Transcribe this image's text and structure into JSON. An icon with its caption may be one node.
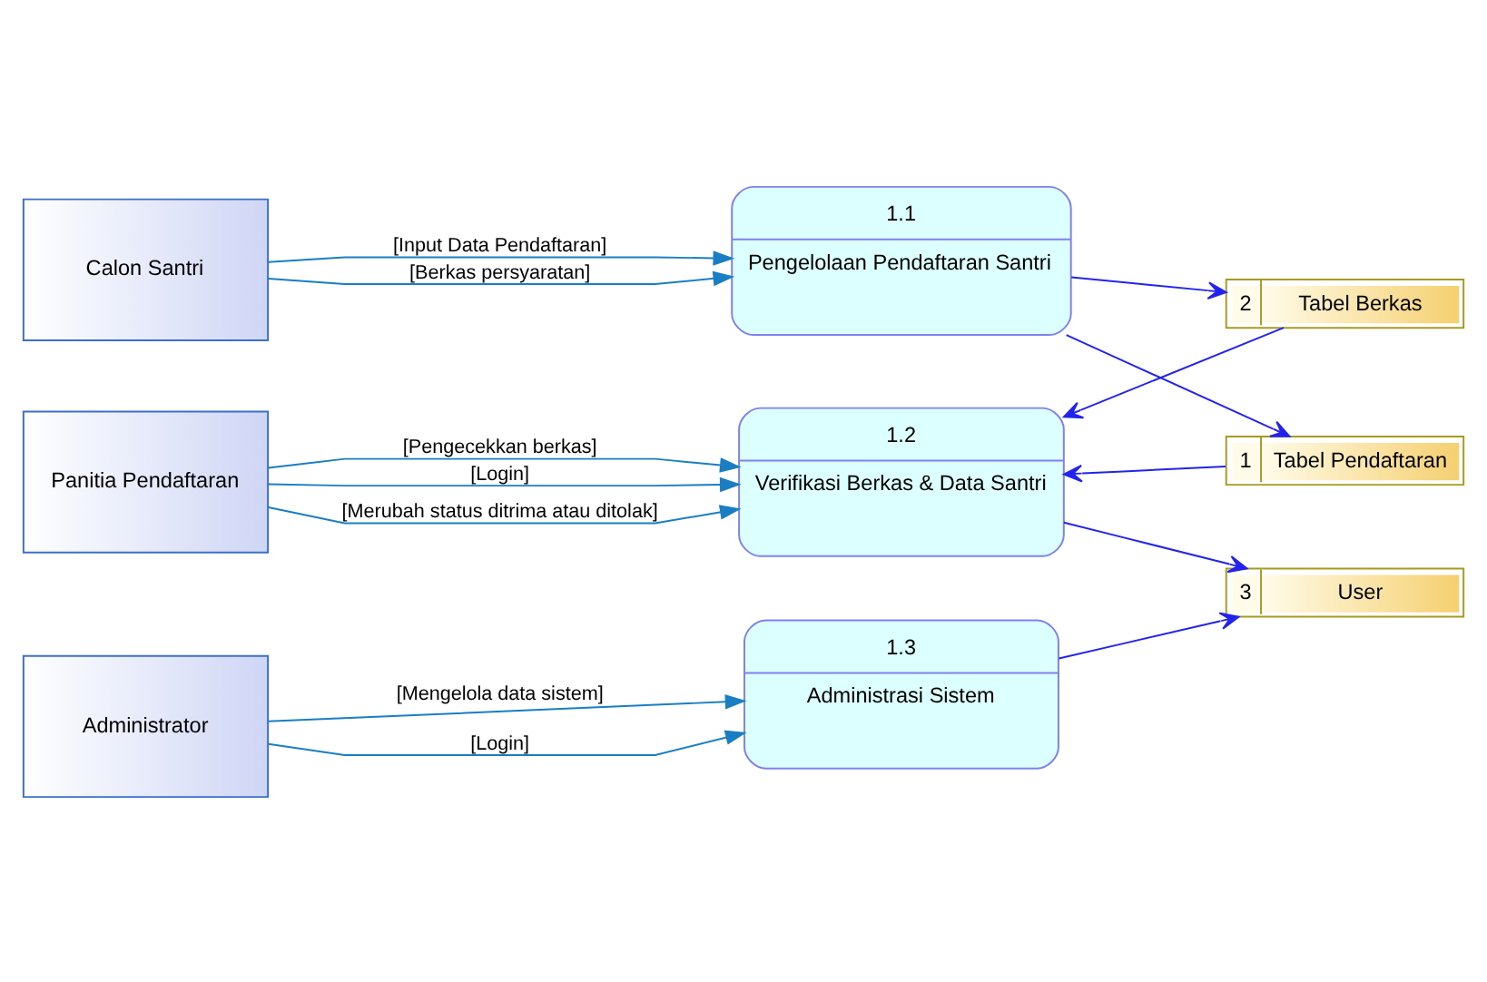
{
  "diagram": {
    "nodes": [
      {
        "text": [
          "Calon Santri"
        ]
      },
      {
        "text": [
          "1.1",
          "Pengelolaan Pendaftaran Santri"
        ]
      },
      {
        "text": [
          "1",
          "Tabel Pendaftaran"
        ]
      },
      {
        "text": [
          "2",
          "Tabel Berkas"
        ]
      },
      {
        "text": [
          "Panitia Pendaftaran"
        ]
      },
      {
        "text": [
          "1.2",
          "Verifikasi Berkas & Data Santri"
        ]
      },
      {
        "text": [
          "3",
          "User"
        ]
      },
      {
        "text": [
          "Administrator"
        ]
      },
      {
        "text": [
          "1.3",
          "Administrasi Sistem"
        ]
      }
    ],
    "edges": [
      {
        "from": 0,
        "to": 1,
        "arrow": "to",
        "label": "[Input Data Pendaftaran]"
      },
      {
        "from": 0,
        "to": 1,
        "arrow": "to",
        "label": "[Berkas persyaratan]"
      },
      {
        "from": 1,
        "to": 2,
        "arrow": "to",
        "color": "#2323f0"
      },
      {
        "from": 1,
        "to": 3,
        "arrow": "to",
        "color": "#2323f0"
      },
      {
        "from": 4,
        "to": 5,
        "arrow": "to",
        "label": "[Pengecekkan berkas]"
      },
      {
        "from": 4,
        "to": 5,
        "arrow": "to",
        "label": "[Login]"
      },
      {
        "from": 4,
        "to": 5,
        "arrow": "to",
        "label": "[Merubah status ditrima atau ditolak]"
      },
      {
        "from": 2,
        "to": 5,
        "arrow": "to",
        "color": "#2323f0"
      },
      {
        "from": 3,
        "to": 5,
        "arrow": "to",
        "color": "#2323f0"
      },
      {
        "from": 5,
        "to": 6,
        "arrow": "to",
        "color": "#2323f0"
      },
      {
        "from": 7,
        "to": 8,
        "arrow": "to",
        "label": "[Mengelola data sistem]"
      },
      {
        "from": 7,
        "to": 8,
        "arrow": "to",
        "label": "[Login]"
      },
      {
        "from": 8,
        "to": 6,
        "arrow": "to",
        "color": "#2323f0"
      }
    ]
  }
}
